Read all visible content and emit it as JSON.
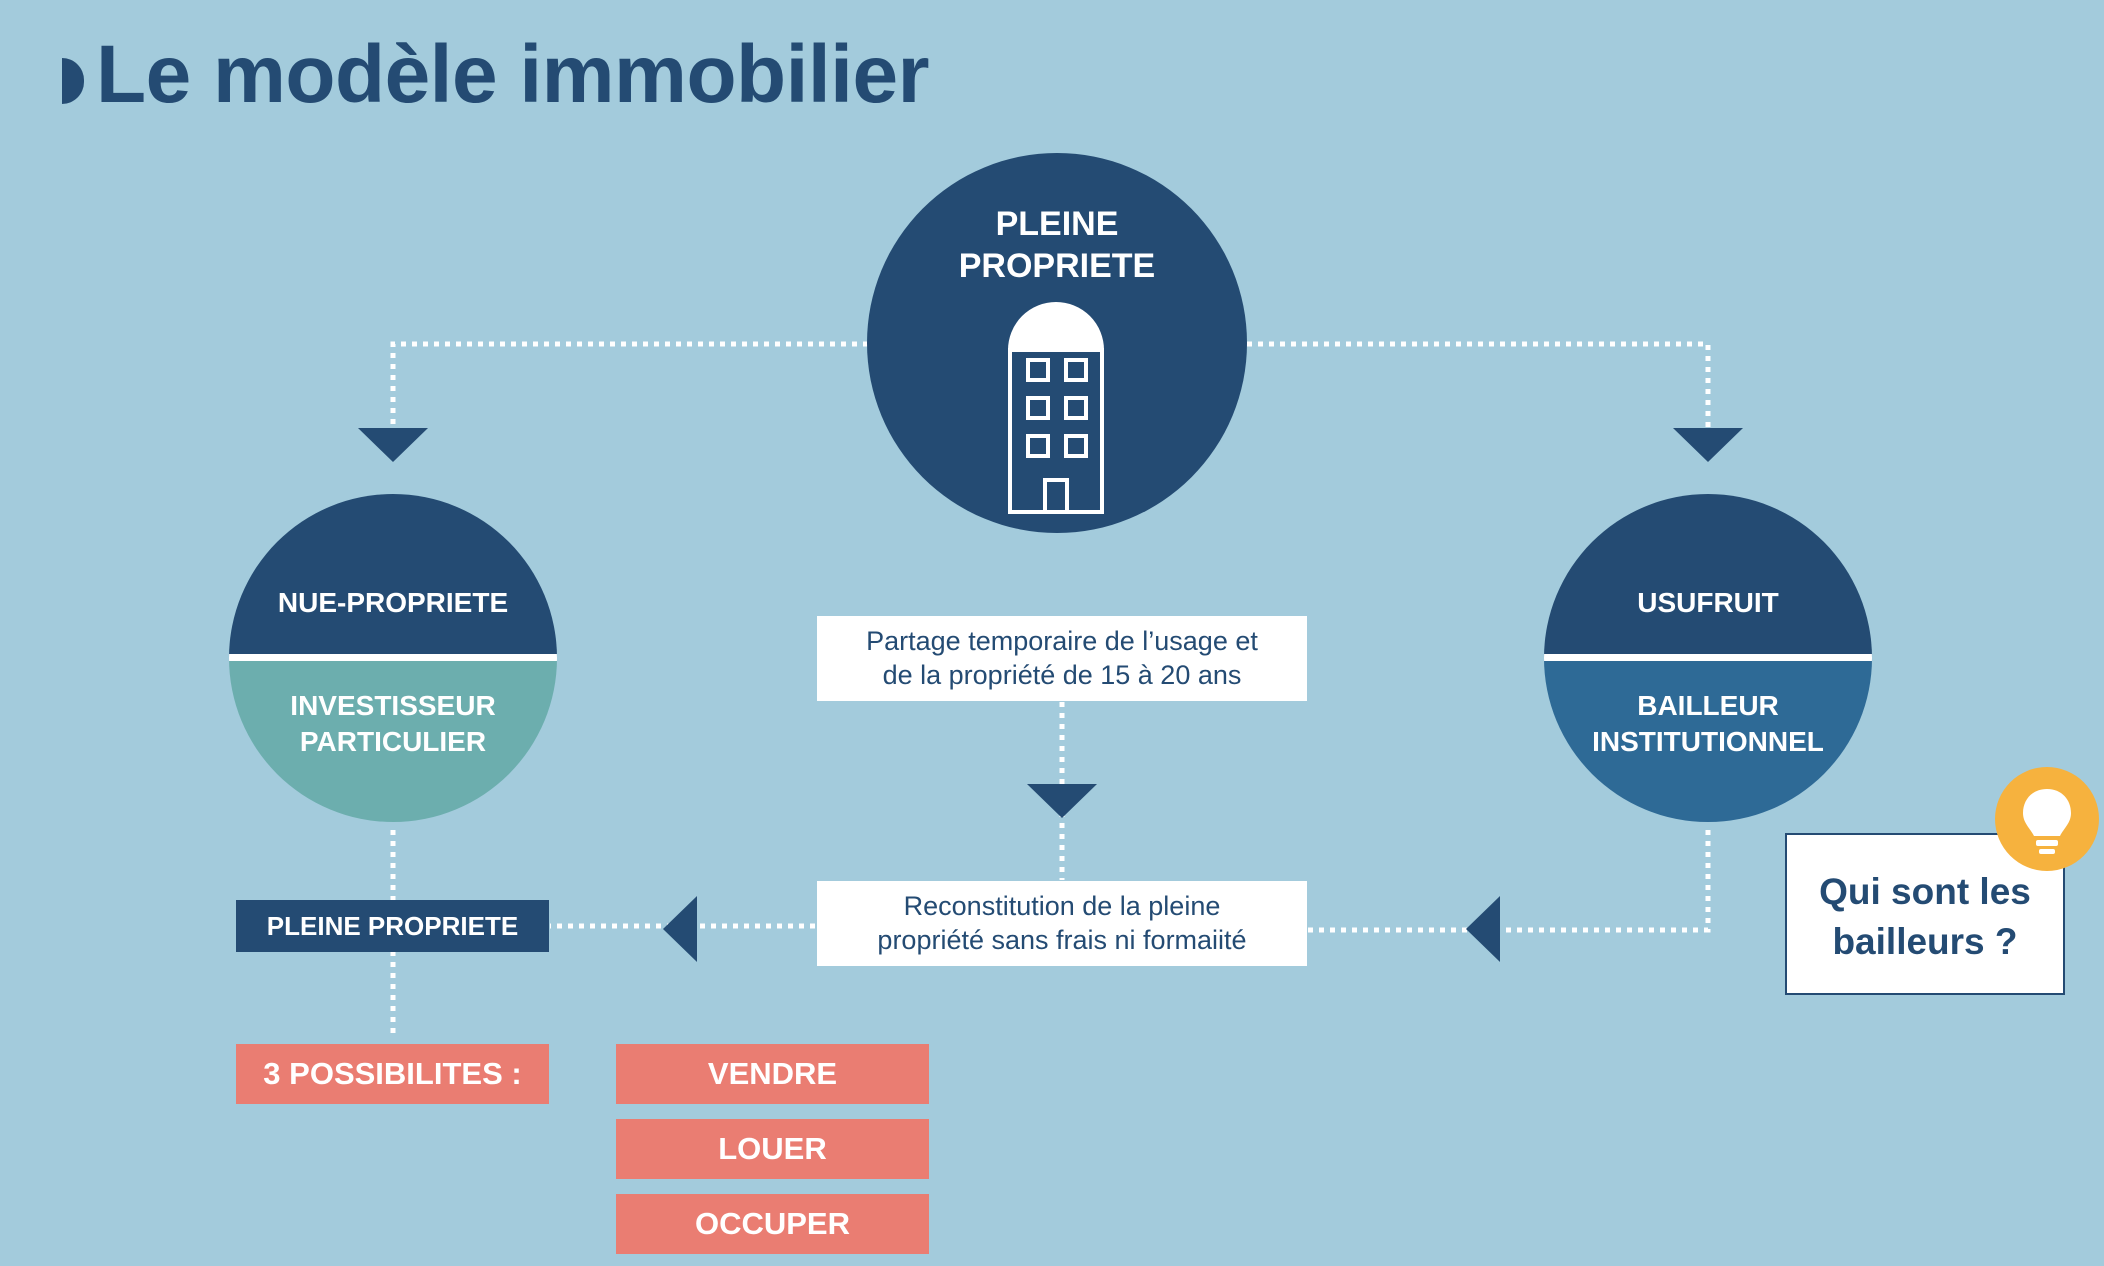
{
  "title": "Le modèle immobilier",
  "top_circle": {
    "line1": "PLEINE",
    "line2": "PROPRIETE",
    "icon": "building-icon"
  },
  "left_circle": {
    "top": "NUE-PROPRIETE",
    "bottom_line1": "INVESTISSEUR",
    "bottom_line2": "PARTICULIER"
  },
  "right_circle": {
    "top": "USUFRUIT",
    "bottom_line1": "BAILLEUR",
    "bottom_line2": "INSTITUTIONNEL"
  },
  "box_partage": {
    "line1": "Partage temporaire de l’usage et",
    "line2": "de la propriété de 15 à 20 ans"
  },
  "box_reconstitution": {
    "line1": "Reconstitution de la pleine",
    "line2": "propriété sans frais ni formaiité"
  },
  "pleine_propriete_bar": "PLEINE PROPRIETE",
  "possibilites": "3 POSSIBILITES :",
  "options": [
    "VENDRE",
    "LOUER",
    "OCCUPER"
  ],
  "callout": {
    "line1": "Qui sont les",
    "line2": "bailleurs ?",
    "icon": "lightbulb-icon"
  },
  "colors": {
    "background": "#a3cbdc",
    "navy": "#244b73",
    "teal": "#6caeae",
    "steel_blue": "#2e6a96",
    "salmon": "#ea7d72",
    "gold": "#f6b23e"
  }
}
